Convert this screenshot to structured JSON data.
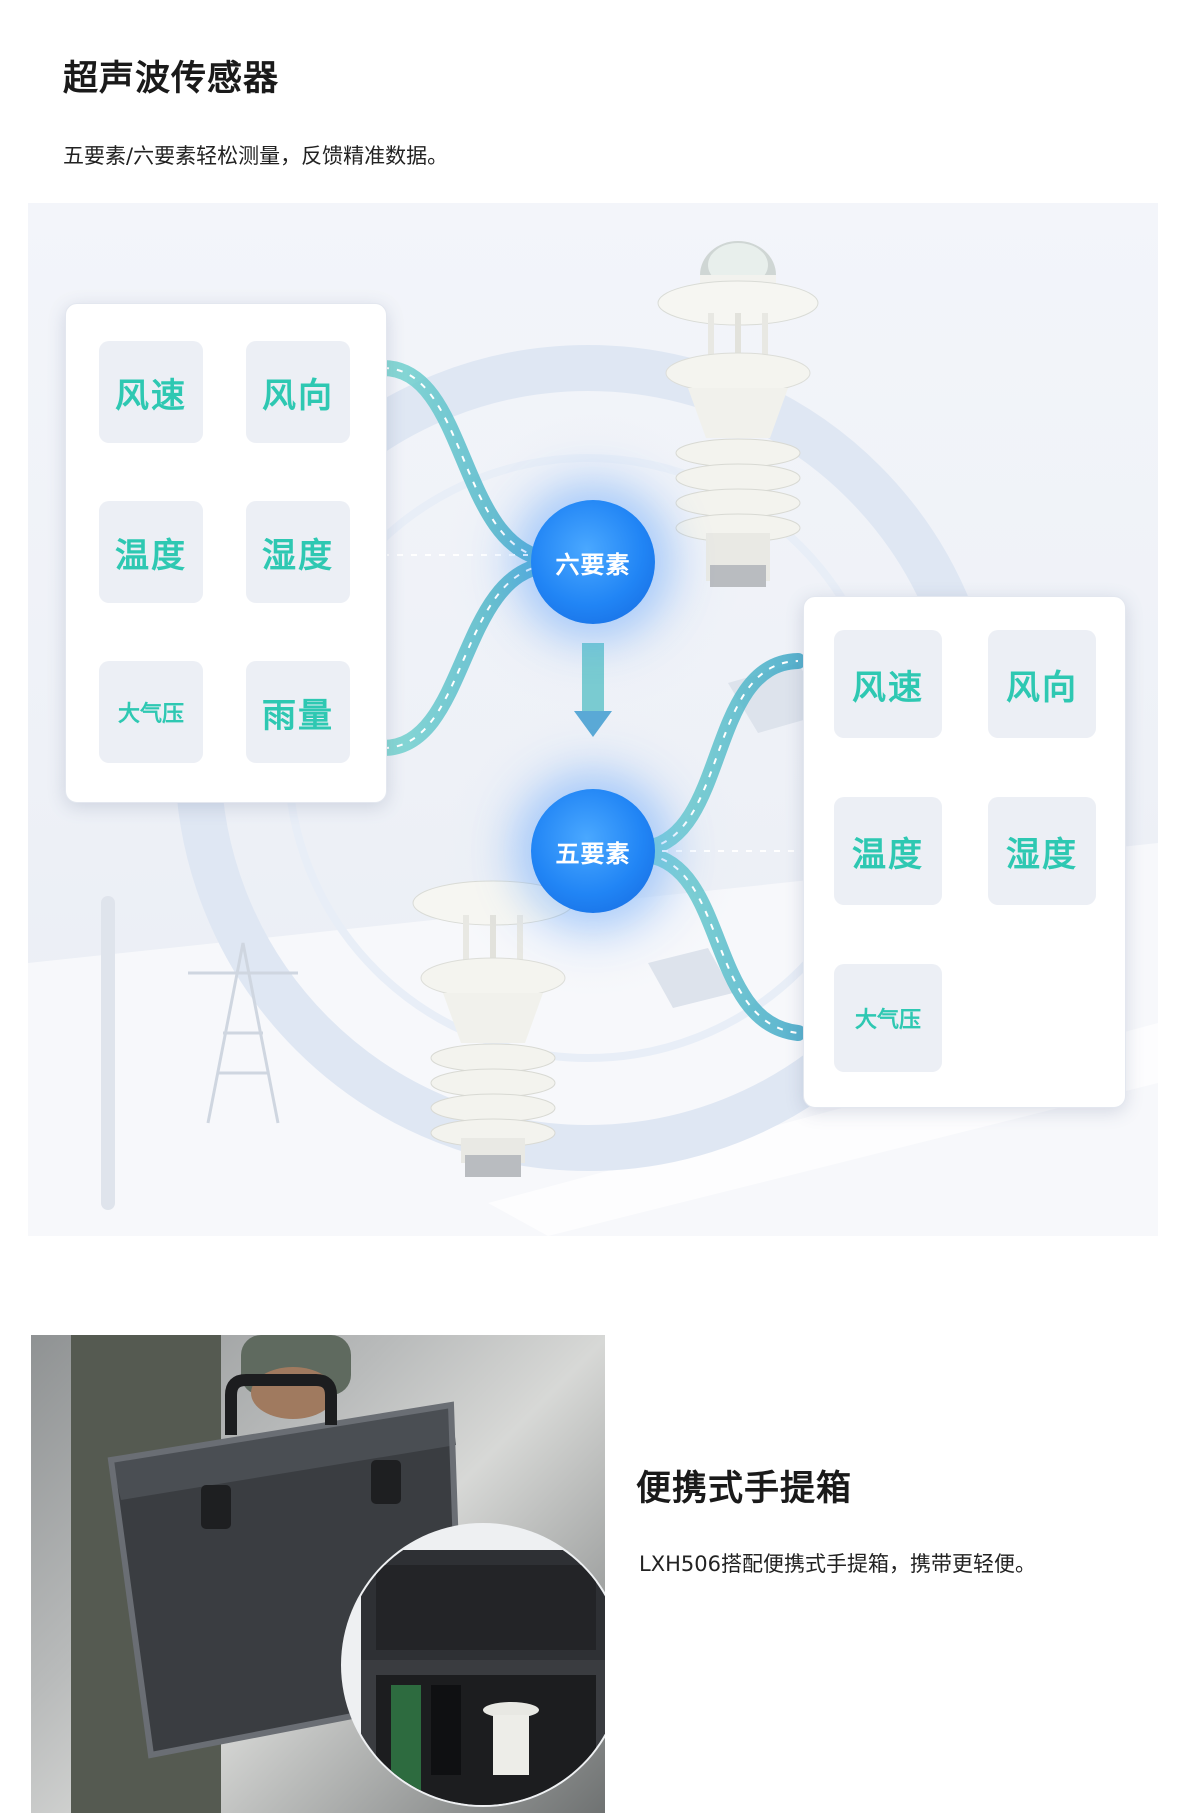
{
  "header": {
    "title": "超声波传感器",
    "subtitle": "五要素/六要素轻松测量，反馈精准数据。"
  },
  "diagram": {
    "six_hub_label": "六要素",
    "five_hub_label": "五要素",
    "six_elements": [
      "风速",
      "风向",
      "温度",
      "湿度",
      "大气压",
      "雨量"
    ],
    "five_elements": [
      "风速",
      "风向",
      "温度",
      "湿度",
      "大气压"
    ],
    "colors": {
      "tile_text": "#2ec8b2",
      "hub": "#2185f5",
      "flow": "#5cc7c9"
    }
  },
  "case": {
    "title": "便携式手提箱",
    "description": "LXH506搭配便携式手提箱，携带更轻便。"
  }
}
